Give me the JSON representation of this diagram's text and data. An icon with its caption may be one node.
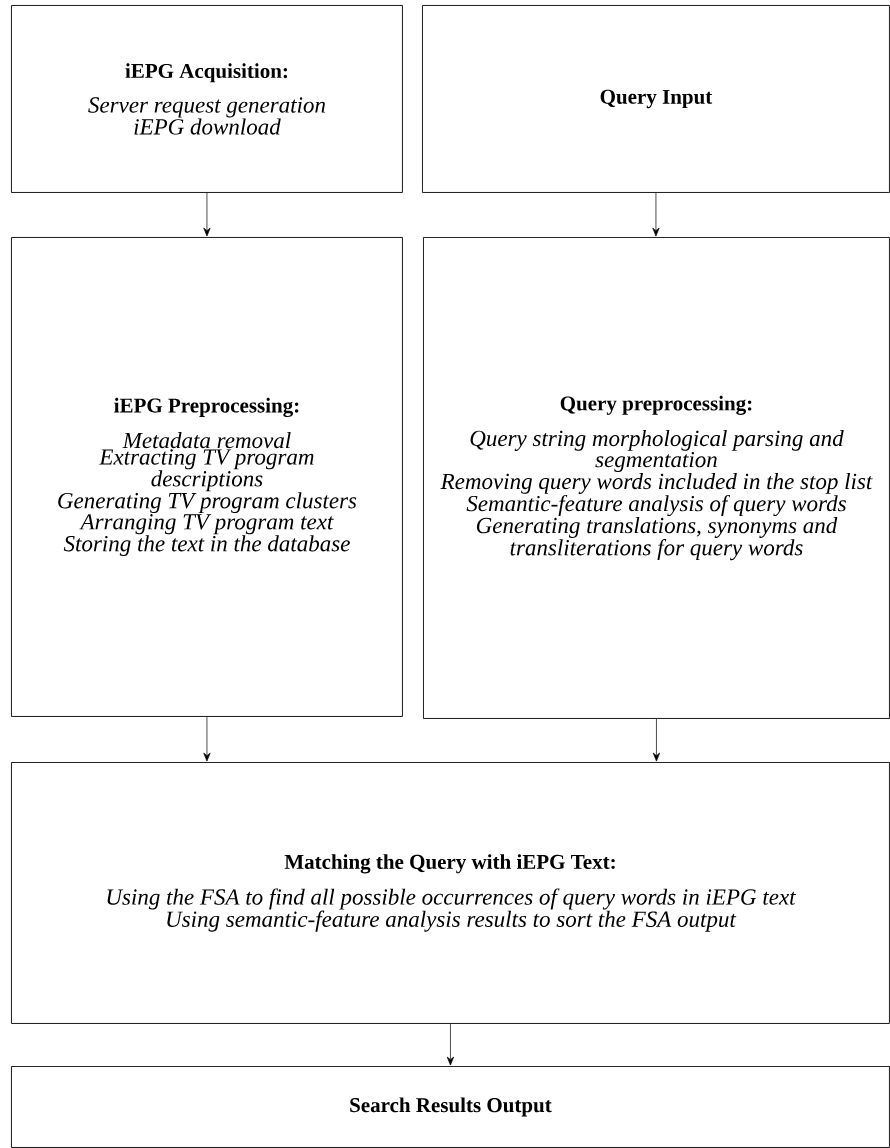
{
  "diagram": {
    "nodes": [
      {
        "text": [
          "iEPG Acquisition:",
          "Server request generation",
          "iEPG download"
        ]
      },
      {
        "text": [
          "Query Input"
        ]
      },
      {
        "text": [
          "iEPG Preprocessing:",
          "Metadata removal",
          "Extracting TV program descriptions",
          "Generating TV program clusters",
          "Arranging TV program text",
          "Storing the text in the database"
        ]
      },
      {
        "text": [
          "Query preprocessing:",
          "Query string morphological parsing and segmentation",
          "Removing query words included in the stop list",
          "Semantic-feature analysis of query words",
          "Generating translations, synonyms and transliterations for query words"
        ]
      },
      {
        "text": [
          "Matching the Query with iEPG Text:",
          "Using the FSA to find all possible occurrences of query words in iEPG text",
          "Using semantic-feature analysis results to sort the FSA output"
        ]
      },
      {
        "text": [
          "Search Results Output"
        ]
      }
    ],
    "edges": [
      {
        "from": 0,
        "to": 2,
        "arrow": "to"
      },
      {
        "from": 1,
        "to": 3,
        "arrow": "to"
      },
      {
        "from": 2,
        "to": 4,
        "arrow": "to"
      },
      {
        "from": 3,
        "to": 4,
        "arrow": "to"
      },
      {
        "from": 4,
        "to": 5,
        "arrow": "to"
      }
    ]
  }
}
